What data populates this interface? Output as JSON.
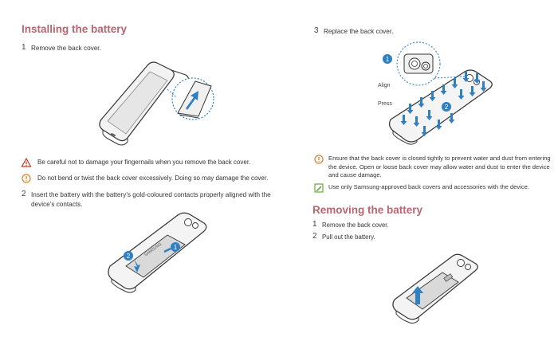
{
  "left": {
    "section_title": "Installing the battery",
    "step1": {
      "num": "1",
      "text": "Remove the back cover."
    },
    "caution": "Be careful not to damage your fingernails when you remove the back cover.",
    "notice": "Do not bend or twist the back cover excessively. Doing so may damage the cover.",
    "step2": {
      "num": "2",
      "text": "Insert the battery with the battery’s gold-coloured contacts properly aligned with the device’s contacts."
    },
    "battery_label": "SAMSUNG",
    "callouts": [
      "1",
      "2"
    ]
  },
  "right": {
    "step3": {
      "num": "3",
      "text": "Replace the back cover."
    },
    "label_align": "Align",
    "label_press": "Press",
    "callouts": [
      "1",
      "2"
    ],
    "notice": "Ensure that the back cover is closed tightly to prevent water and dust from entering the device. Open or loose back cover may allow water and dust to enter the device and cause damage.",
    "tip": "Use only Samsung-approved back covers and accessories with the device.",
    "section_title": "Removing the battery",
    "step1": {
      "num": "1",
      "text": "Remove the back cover."
    },
    "step2": {
      "num": "2",
      "text": "Pull out the battery."
    }
  },
  "colors": {
    "heading": "#b9656f",
    "arrow_blue": "#2f7fc1",
    "caution_red": "#c0392b",
    "notice_orange": "#e0802a",
    "tip_green": "#5aa02c"
  }
}
